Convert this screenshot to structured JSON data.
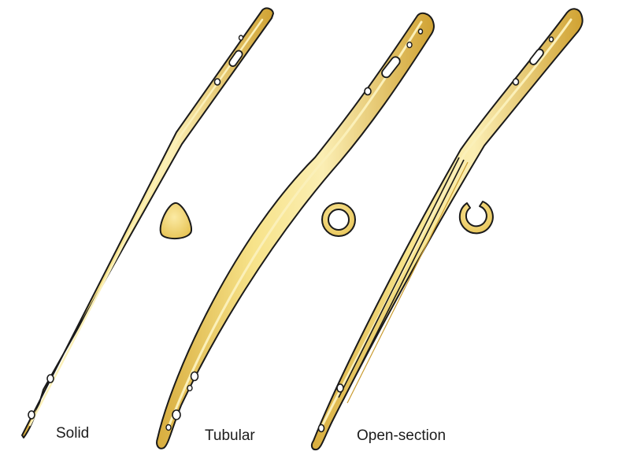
{
  "labels": {
    "solid": "Solid",
    "tubular": "Tubular",
    "open_section": "Open-section"
  },
  "colors": {
    "rod_fill": "#f4df7e",
    "rod_shade": "#d2a535",
    "rod_highlight": "#fbf0b9",
    "outline": "#1a1a1a",
    "hole": "#ffffff"
  }
}
